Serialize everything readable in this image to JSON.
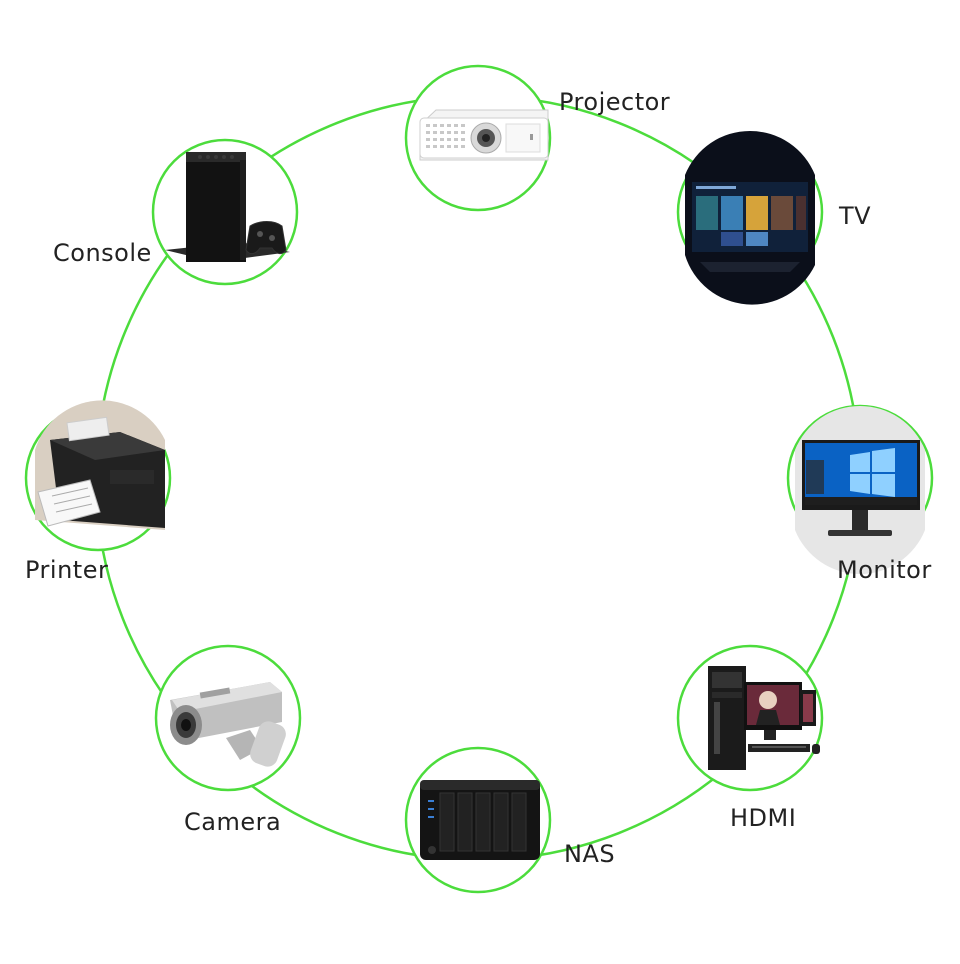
{
  "diagram": {
    "ring_color": "#4cdc3c",
    "devices": [
      {
        "name": "projector",
        "label": "Projector",
        "icon": "projector-icon"
      },
      {
        "name": "tv",
        "label": "TV",
        "icon": "tv-icon"
      },
      {
        "name": "monitor",
        "label": "Monitor",
        "icon": "monitor-icon"
      },
      {
        "name": "hdmi",
        "label": "HDMI",
        "icon": "desktop-pc-icon"
      },
      {
        "name": "nas",
        "label": "NAS",
        "icon": "nas-icon"
      },
      {
        "name": "camera",
        "label": "Camera",
        "icon": "security-camera-icon"
      },
      {
        "name": "printer",
        "label": "Printer",
        "icon": "printer-icon"
      },
      {
        "name": "console",
        "label": "Console",
        "icon": "game-console-icon"
      }
    ]
  }
}
